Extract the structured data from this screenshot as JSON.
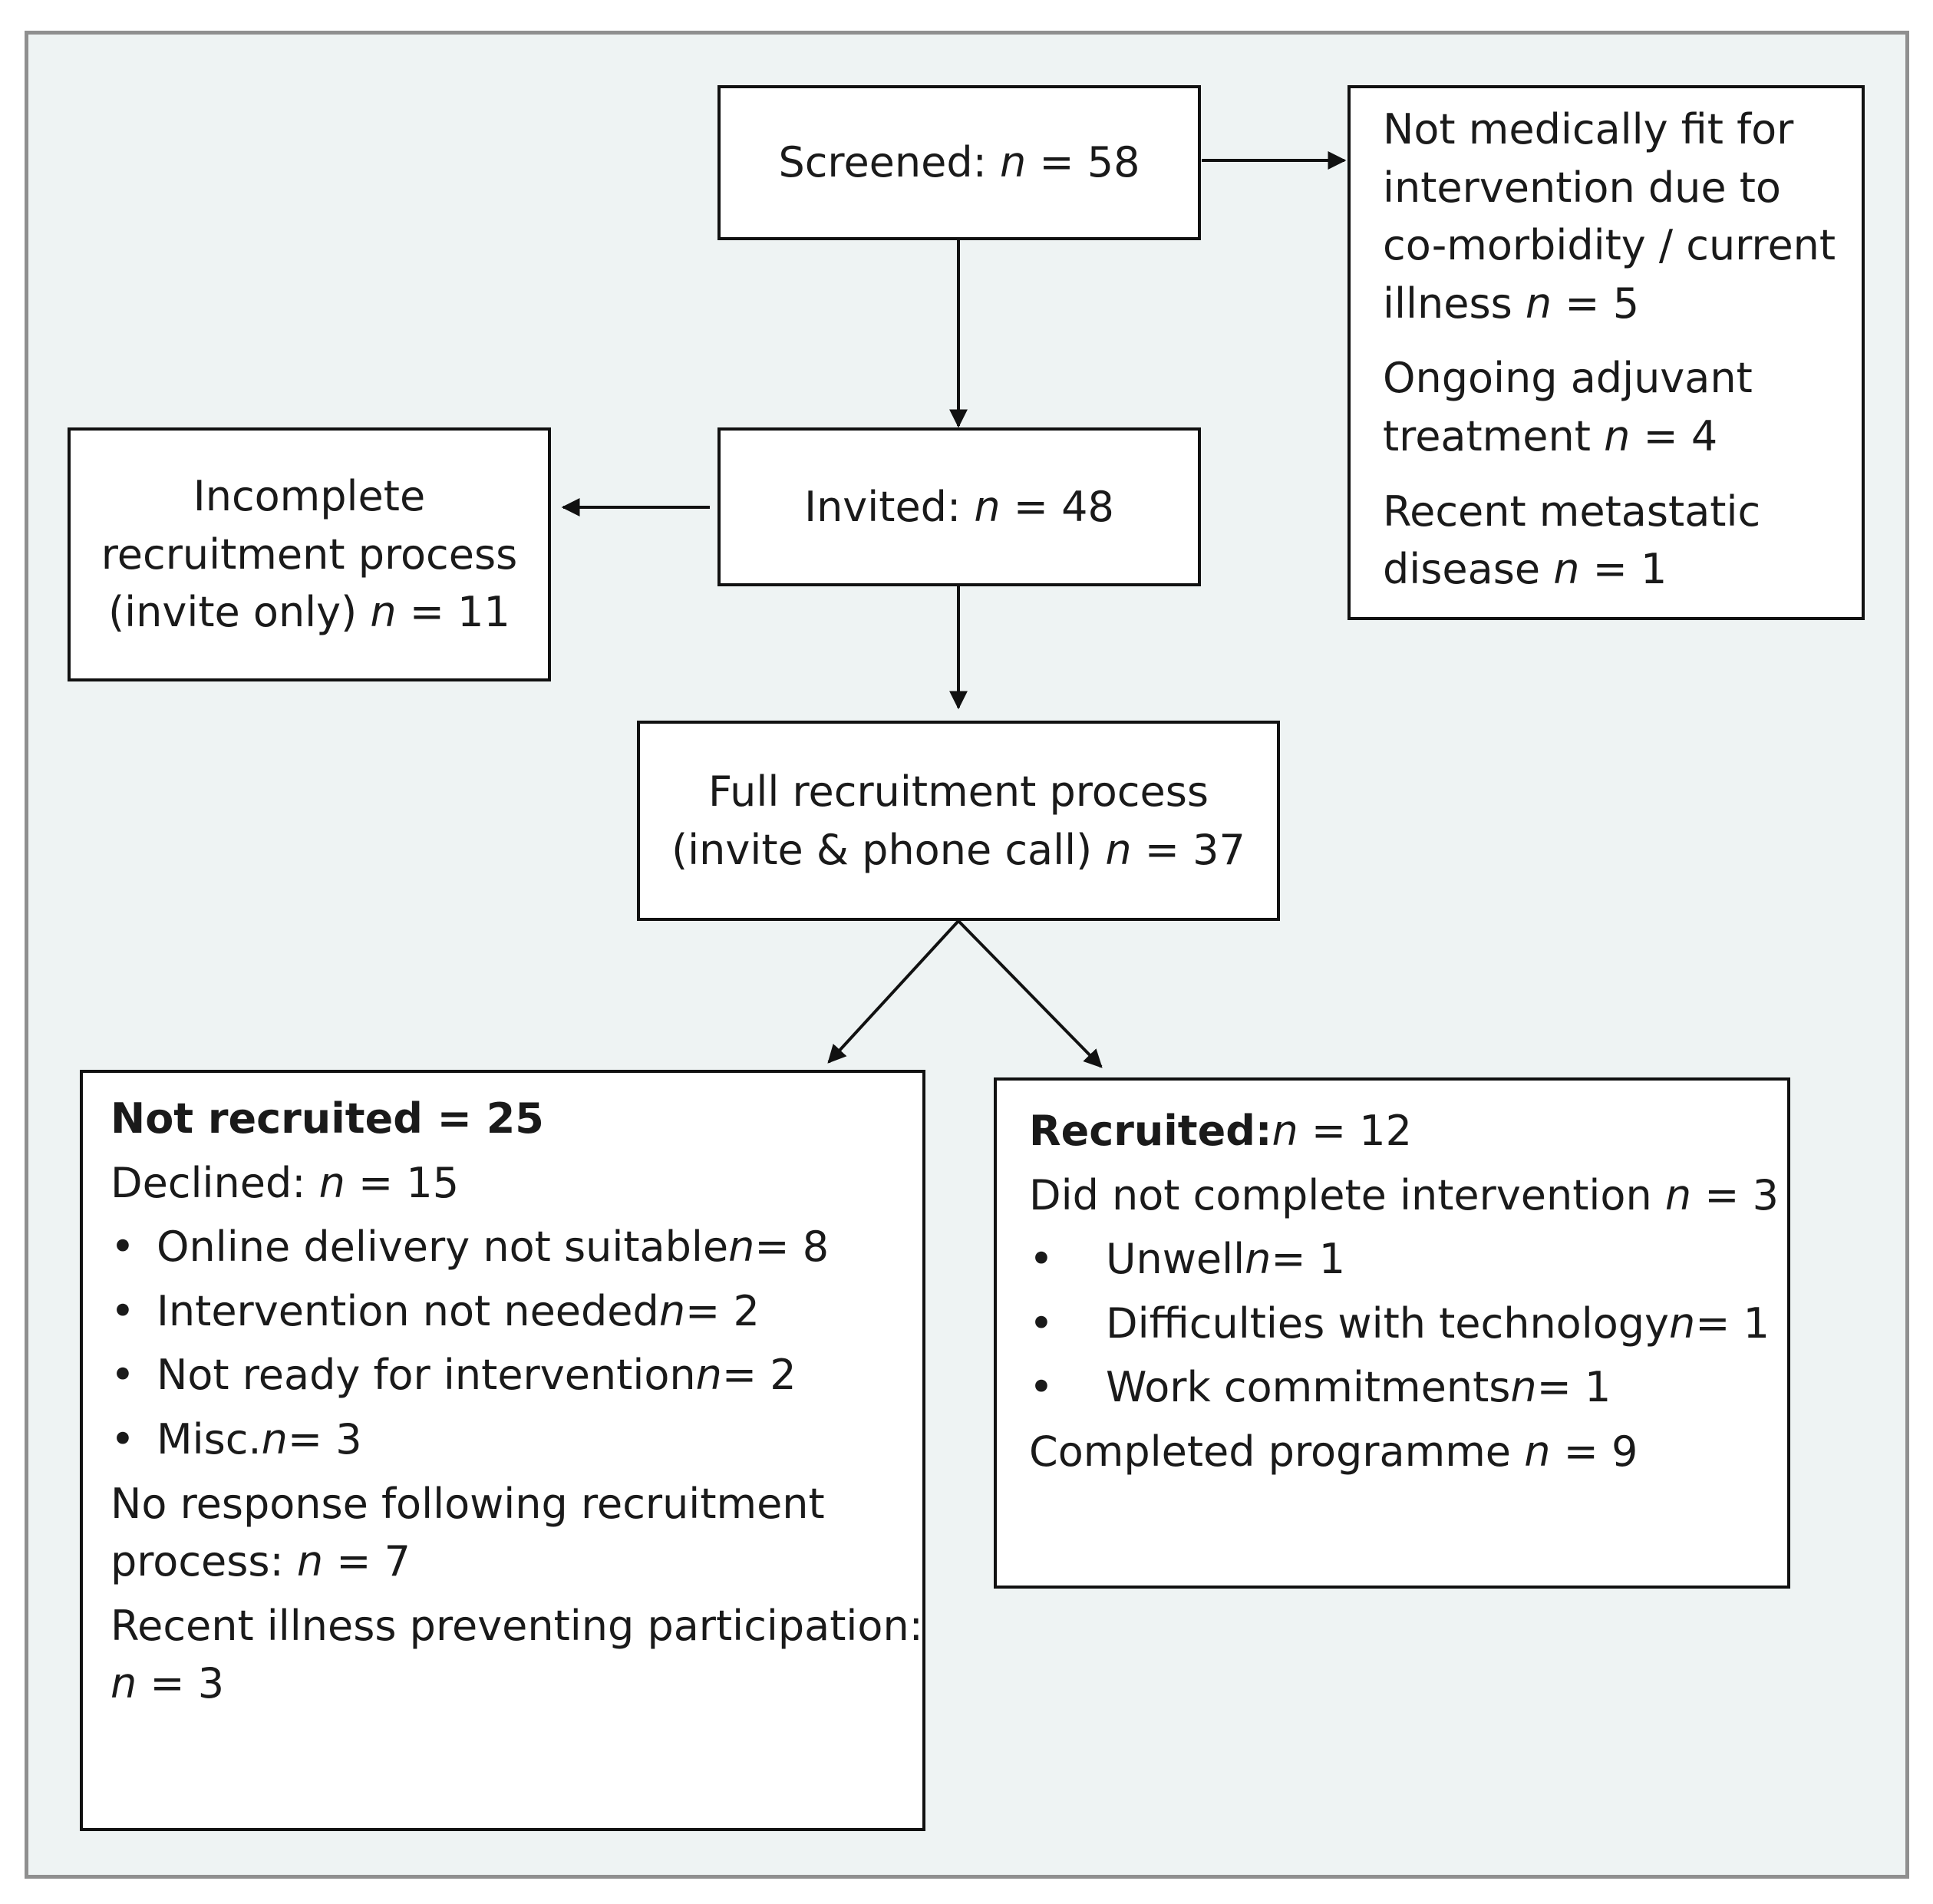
{
  "screened": {
    "label": "Screened: ",
    "n": "n",
    "value": " = 58"
  },
  "exclusions": {
    "item1": {
      "line1": "Not medically fit for",
      "line2": "intervention due to",
      "line3": "co-morbidity / current",
      "line4_label": "illness ",
      "n": "n",
      "value": " = 5"
    },
    "item2": {
      "line1": "Ongoing adjuvant",
      "line2_label": "treatment ",
      "n": "n",
      "value": " = 4"
    },
    "item3": {
      "line1": "Recent metastatic",
      "line2_label": "disease ",
      "n": "n",
      "value": " = 1"
    }
  },
  "invited": {
    "label": "Invited: ",
    "n": "n",
    "value": " = 48"
  },
  "incomplete": {
    "line1": "Incomplete",
    "line2": "recruitment process",
    "line3_label": "(invite only) ",
    "n": "n",
    "value": " = 11"
  },
  "full": {
    "line1": "Full recruitment process",
    "line2_label": "(invite & phone call) ",
    "n": "n",
    "value": " = 37"
  },
  "not_recruited": {
    "title": "Not recruited = 25",
    "declined_label": "Declined: ",
    "declined_n": "n",
    "declined_value": " = 15",
    "bullet_symbol": "•",
    "reasons": [
      {
        "label": "Online delivery not suitable ",
        "n": "n",
        "value": " = 8"
      },
      {
        "label": "Intervention not needed ",
        "n": "n",
        "value": " = 2"
      },
      {
        "label": "Not ready for intervention ",
        "n": "n",
        "value": " = 2"
      },
      {
        "label": "Misc. ",
        "n": "n",
        "value": " = 3"
      }
    ],
    "no_response_line1": "No response following recruitment",
    "no_response_line2_label": "process: ",
    "no_response_n": "n",
    "no_response_value": " = 7",
    "illness_line1": "Recent illness preventing participation:",
    "illness_n": "n",
    "illness_value": " = 3"
  },
  "recruited": {
    "title_label": "Recruited:",
    "title_n": "n",
    "title_value": " = 12",
    "incomplete_label": "Did not complete intervention ",
    "incomplete_n": "n",
    "incomplete_value": " = 3",
    "bullet_symbol": "•",
    "reasons": [
      {
        "label": "Unwell ",
        "n": "n",
        "value": " = 1"
      },
      {
        "label": "Difficulties with technology ",
        "n": "n",
        "value": " = 1"
      },
      {
        "label": "Work commitments ",
        "n": "n",
        "value": " = 1"
      }
    ],
    "completed_label": "Completed programme ",
    "completed_n": "n",
    "completed_value": " = 9"
  },
  "colors": {
    "panel_background": "#eef3f3",
    "panel_border": "#8f8f8f",
    "box_border": "#111111",
    "box_fill": "#ffffff"
  }
}
